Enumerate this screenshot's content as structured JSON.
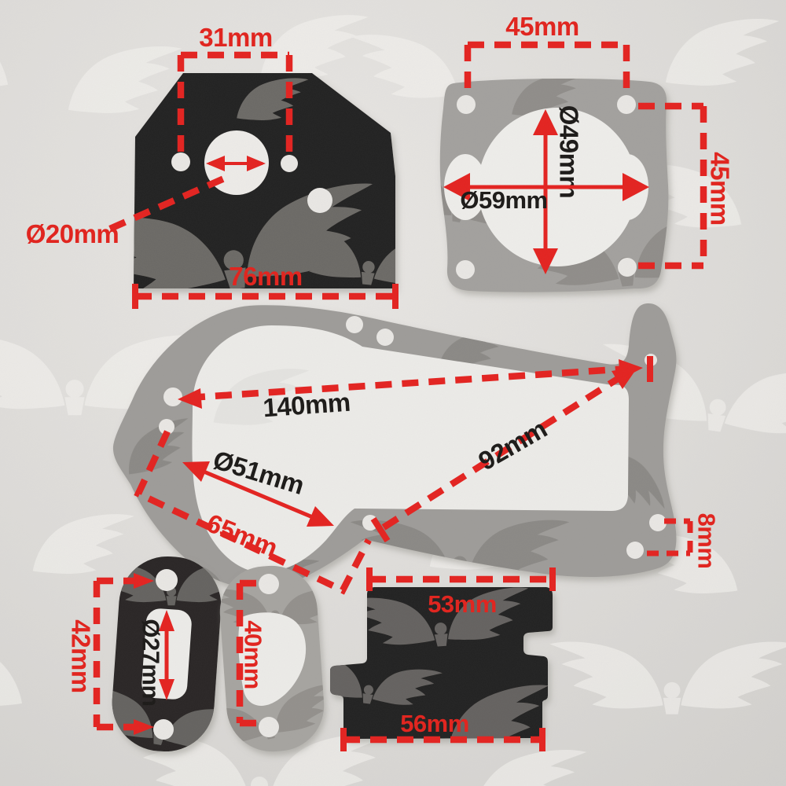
{
  "dims": {
    "carb_top": "31mm",
    "carb_bore": "Ø20mm",
    "carb_bottom": "76mm",
    "cyl_top": "45mm",
    "cyl_side": "45mm",
    "cyl_bore_v": "Ø49mm",
    "cyl_bore_h": "Ø59mm",
    "crank_length": "140mm",
    "crank_bore": "Ø51mm",
    "crank_width": "65mm",
    "crank_diag": "92mm",
    "crank_hole_gap": "8mm",
    "muffler_black_height": "42mm",
    "muffler_black_port": "Ø27mm",
    "muffler_gray_height": "40mm",
    "plate_top": "53mm",
    "plate_bottom": "56mm"
  },
  "colors": {
    "annotation_red": "#e42320",
    "dimension_text_black": "#1c1a18",
    "background": "#dedcda",
    "gasket_dark": "#232120",
    "gasket_gray": "#a3a19e",
    "interior_white": "#edebe8",
    "watermark_white": "#f3f2ef"
  }
}
